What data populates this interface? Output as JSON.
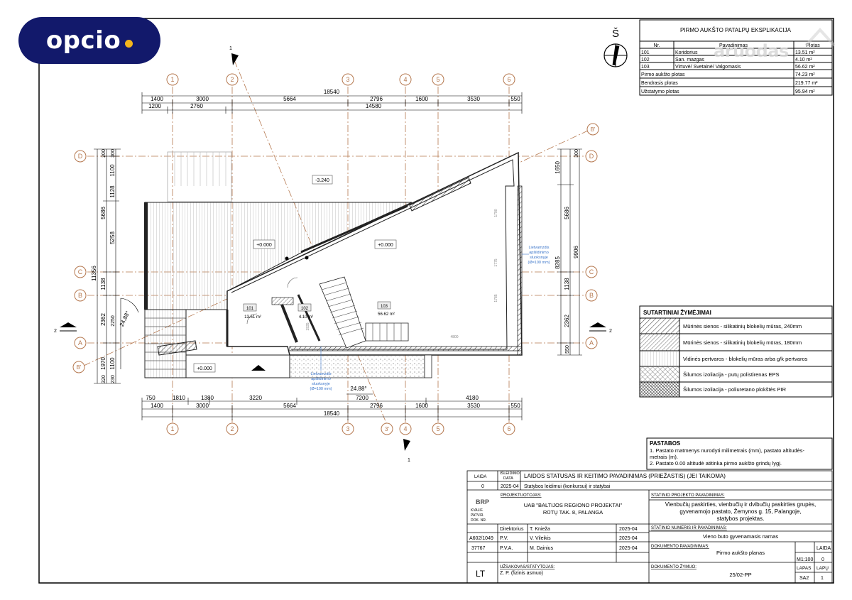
{
  "brand": {
    "name": "opcio",
    "accent": "#f3b51c",
    "bg": "#12196b"
  },
  "watermark": "aruodas",
  "north": "Š",
  "explication": {
    "title": "PIRMO AUKŠTO PATALPŲ EKSPLIKACIJA",
    "headers": [
      "Nr.",
      "Pavadinimas",
      "Plotas"
    ],
    "rows": [
      [
        "101",
        "Koridorius",
        "13.51 m²"
      ],
      [
        "102",
        "San. mazgas",
        "4.10 m²"
      ],
      [
        "103",
        "Virtuvė/ Svetainė/ Valgomasis",
        "56.62 m²"
      ]
    ],
    "totals": [
      [
        "Pirmo aukšto plotas",
        "74.23 m²"
      ],
      [
        "Bendrasis plotas",
        "219.77 m²"
      ],
      [
        "Užstatymo plotas",
        "95.94 m²"
      ]
    ]
  },
  "legend": {
    "title": "SUTARTINIAI ŽYMĖJIMAI",
    "items": [
      "Mūrinės sienos - silikatinių blokelių mūras, 240mm",
      "Mūrinės sienos - silikatinių blokelių mūras, 180mm",
      "Vidinės pertvaros - blokelių mūras arba g/k pertvaros",
      "Šilumos izoliacija - putų polistirenas EPS",
      "Šilumos izoliacija - poliuretano plokštės PIR"
    ]
  },
  "notes": {
    "title": "PASTABOS",
    "lines": [
      "1. Pastato matmenys nurodyti milimetrais (mm), pastato altitudės-",
      "metrais (m).",
      "2. Pastato 0.00 altitudė atitinka pirmo aukšto grindų lygį."
    ]
  },
  "titleblock": {
    "laida_h": "LAIDA",
    "isl_h1": "IŠLEIDIMO",
    "isl_h2": "DATA",
    "reason_h": "LAIDOS STATUSAS IR KEITIMO PAVADINIMAS (PRIEŽASTIS) (JEI TAIKOMA)",
    "laida_v": "0",
    "date_v": "2025-04",
    "reason_v": "Statybos leidimui (konkursui) ir statybai",
    "proj_label": "PROJEKTUOTOJAS:",
    "company_logo": "BRP",
    "company1": "UAB \"BALTIJOS REGIONO PROJEKTAI\"",
    "company2": "RŪTŲ TAK. 8, PALANGA",
    "kv1": "KVALIF.",
    "kv2": "PATVIR.",
    "kv3": "DOK. NR.",
    "sp_label": "STATINIO PROJEKTO PAVADINIMAS:",
    "sp1": "Vienbučių paskirties, vienbučių ir dvibučių paskirties grupės,",
    "sp2": "gyvenamojo pastato, Žemynos g. 15, Palangoje,",
    "sp3": "statybos projektas.",
    "people": [
      [
        "",
        "Direktorius",
        "T. Kniežа",
        "2025-04"
      ],
      [
        "A602/1049",
        "P.V.",
        "V. Vileikis",
        "2025-04"
      ],
      [
        "37767",
        "P.V.A.",
        "M. Dainius",
        "2025-04"
      ]
    ],
    "sn_label": "STATINIO NUMERIS IR PAVADINIMAS:",
    "sn_v": "Vieno buto gyvenamasis namas",
    "dp_label": "DOKUMENTO PAVADINIMAS:",
    "dp_v": "Pirmo aukšto planas",
    "laida2_h": "LAIDA",
    "scale": "M1:100",
    "laida2_v": "0",
    "lt": "LT",
    "uz_label": "UŽSAKOVAS/STATYTOJAS:",
    "uz_v": "Z. P. (fizinis asmuo)",
    "dz_label": "DOKUMENTO ŽYMUO:",
    "dz_v": "25/02-PP",
    "lapas_h": "LAPAS",
    "lapu_h": "LAPŲ",
    "lapas_v": "SA2",
    "lapu_v": "1"
  },
  "axes": {
    "columns": [
      "1",
      "2",
      "3",
      "4",
      "5",
      "6"
    ],
    "rows": [
      "D",
      "C",
      "B",
      "A"
    ],
    "section_a": "B'",
    "section_b": "3'",
    "sections": [
      "1",
      "2"
    ]
  },
  "dims": {
    "top_total": "18540",
    "top_row": [
      "1400",
      "3000",
      "5664",
      "2796",
      "1600",
      "3530",
      "550"
    ],
    "top_row2": [
      "1200",
      "2760",
      "14580"
    ],
    "bottom_row1": [
      "750",
      "1810",
      "1380",
      "3220",
      "7200",
      "4180"
    ],
    "bottom_row2": [
      "1400",
      "3000",
      "5664",
      "2796",
      "1600",
      "3530",
      "550"
    ],
    "bottom_total": "18540",
    "left_outer": "11356",
    "left_a": [
      "1100",
      "1128",
      "5258",
      "1138",
      "2362",
      "1970",
      "1100"
    ],
    "left_b": [
      "5686"
    ],
    "left_small": [
      "200",
      "300",
      "2250",
      "320",
      "230"
    ],
    "right_a": [
      "1650",
      "5686",
      "1138",
      "2362",
      "550"
    ],
    "right_b": [
      "9906",
      "8285"
    ],
    "right_small": [
      "300"
    ]
  },
  "plan": {
    "levels": [
      "-3.240",
      "+0.000",
      "+0.000",
      "+0.000"
    ],
    "rooms": [
      {
        "nr": "101",
        "area": "13.51 m²"
      },
      {
        "nr": "102",
        "area": "4.10 m²"
      },
      {
        "nr": "103",
        "area": "56.62 m²"
      }
    ],
    "angle1": "24.88°",
    "angle2": "24.88°",
    "note1": [
      "Lietvamzdis",
      "apšildinimo",
      "sluoksnyje",
      "(Ø=100 mm)"
    ],
    "note2": [
      "Lietvamzdis",
      "apšildinimo",
      "sluoksnyje",
      "(Ø=100 mm)"
    ],
    "inner": [
      "4800",
      "1790",
      "1775",
      "1785",
      "1935"
    ]
  }
}
